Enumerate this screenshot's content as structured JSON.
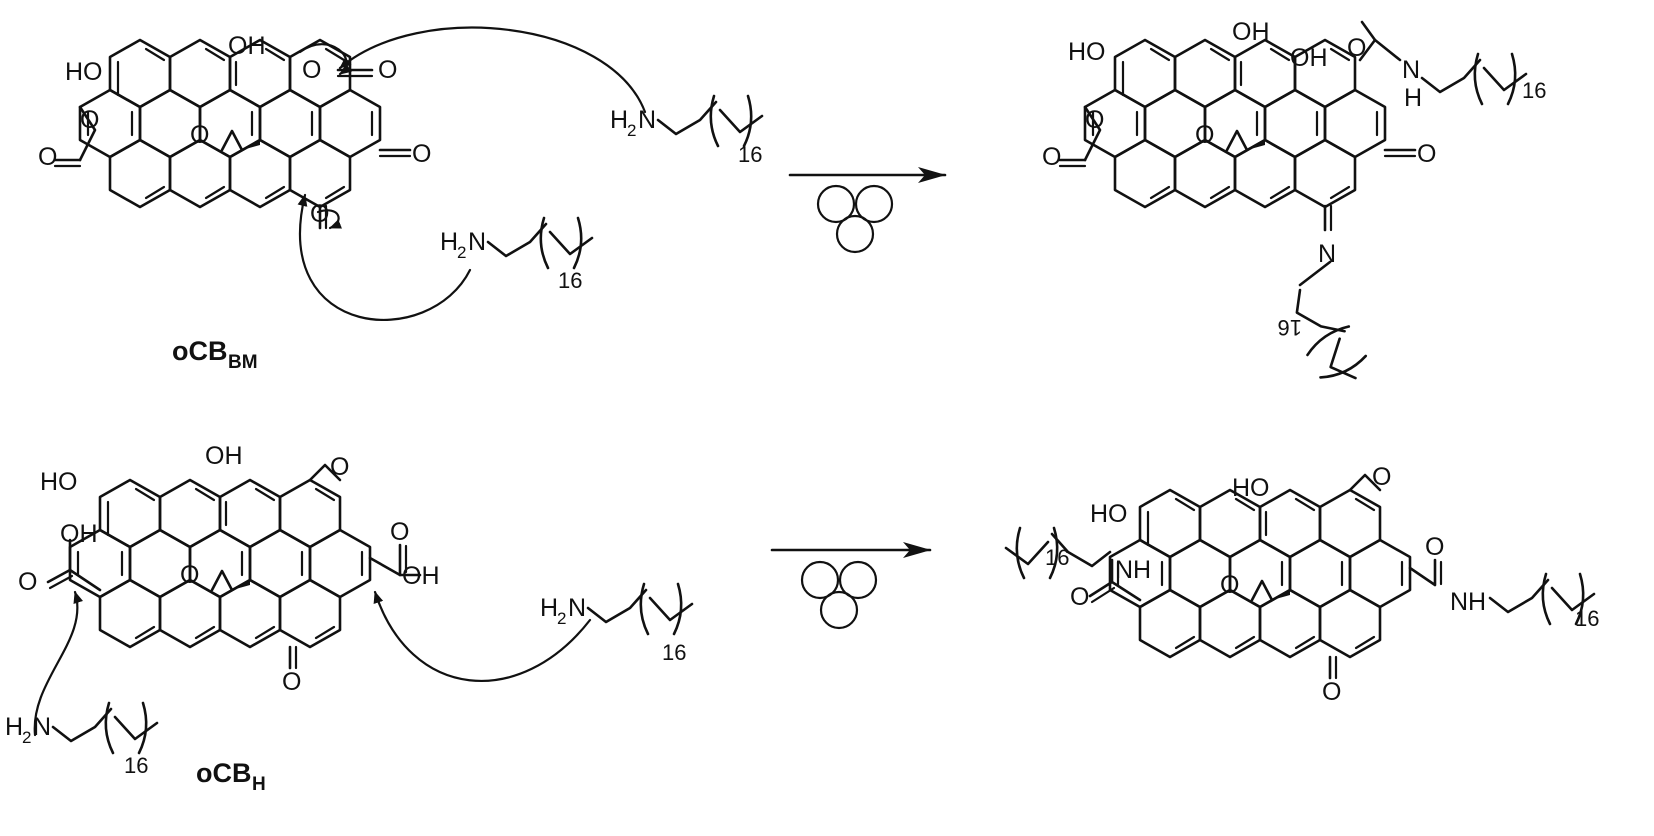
{
  "labels": {
    "OH": "OH",
    "HO": "HO",
    "O": "O",
    "N": "N",
    "NH": "NH",
    "H": "H",
    "H2N_main": "H",
    "H2N_sub": "2",
    "H2N_tail": "N",
    "chain_count": "16",
    "compound_1_main": "oCB",
    "compound_1_sub": "BM",
    "compound_2_main": "oCB",
    "compound_2_sub": "H"
  },
  "colors": {
    "ink": "#111111",
    "background": "#ffffff"
  },
  "icons": {
    "reaction_condition": "ball-mill-icon",
    "reaction_arrow": "arrow-right-icon"
  }
}
